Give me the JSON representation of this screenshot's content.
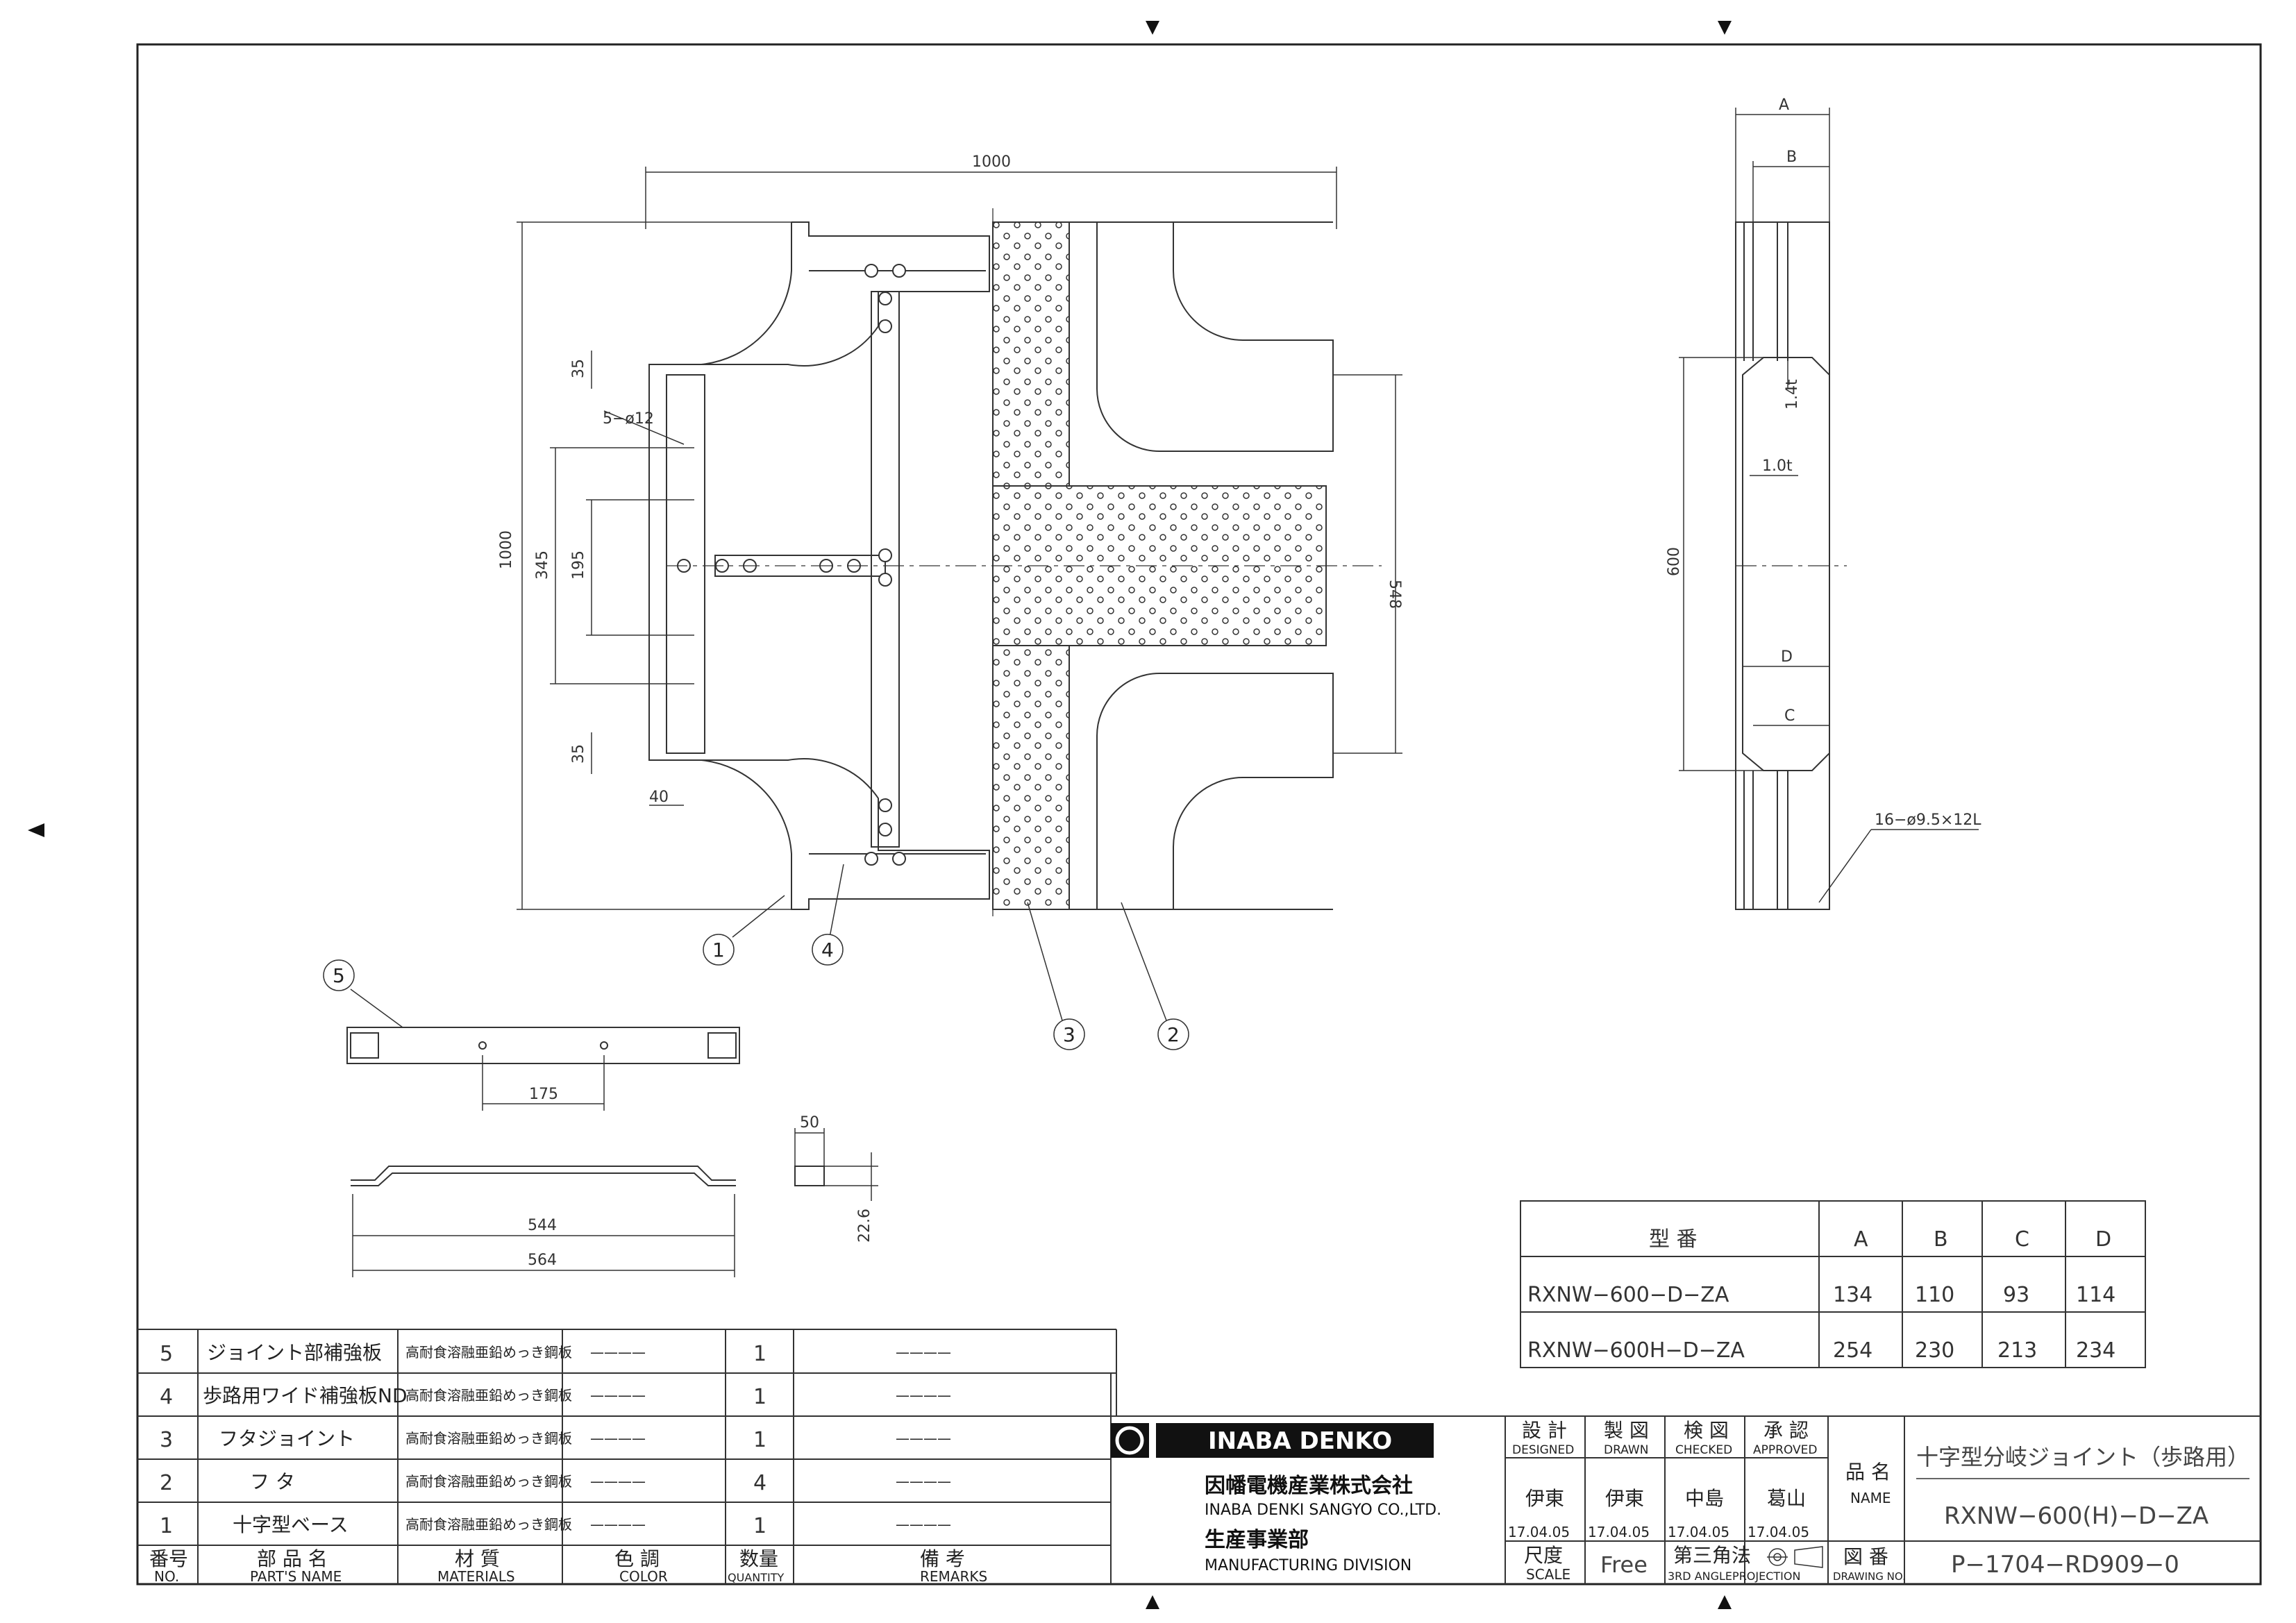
{
  "drawing": {
    "dimensions": {
      "width_top": "1000",
      "height_left": "1000",
      "d345": "345",
      "d195": "195",
      "d35_top": "35",
      "d35_bottom": "35",
      "d40": "40",
      "hole_note": "5−ø12",
      "d548": "548",
      "side_A": "A",
      "side_B": "B",
      "side_14t": "1.4t",
      "side_10t": "1.0t",
      "side_600": "600",
      "side_D": "D",
      "side_C": "C",
      "side_holes": "16−ø9.5×12L",
      "d175": "175",
      "d50": "50",
      "d226": "22.6",
      "d544": "544",
      "d564": "564"
    },
    "balloons": [
      "1",
      "2",
      "3",
      "4",
      "5"
    ]
  },
  "model_table": {
    "headers": [
      "型 番",
      "A",
      "B",
      "C",
      "D"
    ],
    "rows": [
      [
        "RXNW−600−D−ZA",
        "134",
        "110",
        "93",
        "114"
      ],
      [
        "RXNW−600H−D−ZA",
        "254",
        "230",
        "213",
        "234"
      ]
    ]
  },
  "parts_list": {
    "rows": [
      {
        "no": "5",
        "name": "ジョイント部補強板",
        "material": "高耐食溶融亜鉛めっき鋼板",
        "color": "————",
        "qty": "1",
        "remarks": "————"
      },
      {
        "no": "4",
        "name": "歩路用ワイド補強板ND",
        "material": "高耐食溶融亜鉛めっき鋼板",
        "color": "————",
        "qty": "1",
        "remarks": "————"
      },
      {
        "no": "3",
        "name": "フタジョイント",
        "material": "高耐食溶融亜鉛めっき鋼板",
        "color": "————",
        "qty": "1",
        "remarks": "————"
      },
      {
        "no": "2",
        "name": "フ タ",
        "material": "高耐食溶融亜鉛めっき鋼板",
        "color": "————",
        "qty": "4",
        "remarks": "————"
      },
      {
        "no": "1",
        "name": "十字型ベース",
        "material": "高耐食溶融亜鉛めっき鋼板",
        "color": "————",
        "qty": "1",
        "remarks": "————"
      }
    ],
    "header": {
      "no_jp": "番号",
      "no_en": "NO.",
      "name_jp": "部 品 名",
      "name_en": "PART'S NAME",
      "mat_jp": "材 質",
      "mat_en": "MATERIALS",
      "color_jp": "色 調",
      "color_en": "COLOR",
      "qty_jp": "数量",
      "qty_en": "QUANTITY",
      "rem_jp": "備 考",
      "rem_en": "REMARKS"
    }
  },
  "title_block": {
    "brand": "INABA DENKO",
    "company_jp": "因幡電機産業株式会社",
    "company_en": "INABA DENKI SANGYO CO.,LTD.",
    "division_jp": "生産事業部",
    "division_en": "MANUFACTURING DIVISION",
    "designed_jp": "設 計",
    "designed_en": "DESIGNED",
    "drawn_jp": "製 図",
    "drawn_en": "DRAWN",
    "checked_jp": "検 図",
    "checked_en": "CHECKED",
    "approved_jp": "承 認",
    "approved_en": "APPROVED",
    "designed_name": "伊東",
    "drawn_name": "伊東",
    "checked_name": "中島",
    "approved_name": "葛山",
    "designed_date": "17.04.05",
    "drawn_date": "17.04.05",
    "checked_date": "17.04.05",
    "approved_date": "17.04.05",
    "name_jp": "品 名",
    "name_en": "NAME",
    "product_name": "十字型分岐ジョイント（歩路用）",
    "product_code": "RXNW−600(H)−D−ZA",
    "scale_jp": "尺度",
    "scale_en": "SCALE",
    "scale_value": "Free",
    "projection_jp": "第三角法",
    "projection_en": "3RD ANGLEPROJECTION",
    "drawing_no_jp": "図 番",
    "drawing_no_en": "DRAWING NO.",
    "drawing_no": "P−1704−RD909−0"
  }
}
